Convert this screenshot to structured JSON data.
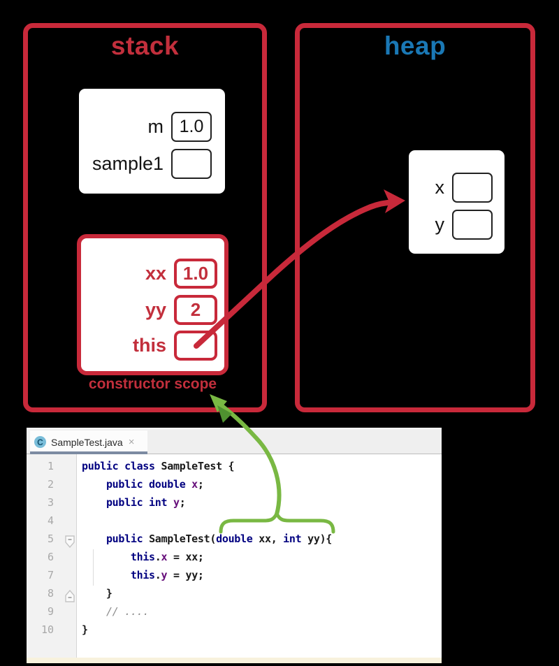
{
  "colors": {
    "background": "#000000",
    "box_red": "#C8293A",
    "stack_title_red": "#C22F3C",
    "heap_title_blue": "#1A78B5",
    "arrow_red": "#C8293A",
    "arrow_green": "#79B843",
    "keyword_navy": "#000080",
    "field_purple": "#660E7A",
    "comment_gray": "#8C8C8C",
    "tab_underline": "#7C8BA2"
  },
  "diagram": {
    "stack": {
      "title": "stack",
      "main_frame": {
        "vars": [
          {
            "name": "m",
            "value": "1.0"
          },
          {
            "name": "sample1",
            "value": ""
          }
        ]
      },
      "constructor_frame": {
        "vars": [
          {
            "name": "xx",
            "value": "1.0"
          },
          {
            "name": "yy",
            "value": "2"
          },
          {
            "name": "this",
            "value": ""
          }
        ],
        "caption": "constructor scope"
      }
    },
    "heap": {
      "title": "heap",
      "object": {
        "vars": [
          {
            "name": "x",
            "value": ""
          },
          {
            "name": "y",
            "value": ""
          }
        ]
      }
    }
  },
  "editor": {
    "tab": {
      "icon_letter": "C",
      "title": "SampleTest.java",
      "close_glyph": "×"
    },
    "code_lines": [
      {
        "num": "1",
        "tokens": [
          {
            "type": "kw",
            "text": "public class "
          },
          {
            "type": "plain",
            "text": "SampleTest {"
          }
        ]
      },
      {
        "num": "2",
        "tokens": [
          {
            "type": "plain",
            "text": "    "
          },
          {
            "type": "kw",
            "text": "public double "
          },
          {
            "type": "field",
            "text": "x"
          },
          {
            "type": "plain",
            "text": ";"
          }
        ]
      },
      {
        "num": "3",
        "tokens": [
          {
            "type": "plain",
            "text": "    "
          },
          {
            "type": "kw",
            "text": "public int "
          },
          {
            "type": "field",
            "text": "y"
          },
          {
            "type": "plain",
            "text": ";"
          }
        ]
      },
      {
        "num": "4",
        "tokens": []
      },
      {
        "num": "5",
        "tokens": [
          {
            "type": "plain",
            "text": "    "
          },
          {
            "type": "kw",
            "text": "public "
          },
          {
            "type": "plain",
            "text": "SampleTest("
          },
          {
            "type": "kw",
            "text": "double "
          },
          {
            "type": "plain",
            "text": "xx, "
          },
          {
            "type": "kw",
            "text": "int "
          },
          {
            "type": "plain",
            "text": "yy){"
          }
        ]
      },
      {
        "num": "6",
        "tokens": [
          {
            "type": "plain",
            "text": "        "
          },
          {
            "type": "kw",
            "text": "this"
          },
          {
            "type": "plain",
            "text": "."
          },
          {
            "type": "field",
            "text": "x"
          },
          {
            "type": "plain",
            "text": " = xx;"
          }
        ]
      },
      {
        "num": "7",
        "tokens": [
          {
            "type": "plain",
            "text": "        "
          },
          {
            "type": "kw",
            "text": "this"
          },
          {
            "type": "plain",
            "text": "."
          },
          {
            "type": "field",
            "text": "y"
          },
          {
            "type": "plain",
            "text": " = yy;"
          }
        ]
      },
      {
        "num": "8",
        "tokens": [
          {
            "type": "plain",
            "text": "    }"
          }
        ]
      },
      {
        "num": "9",
        "tokens": [
          {
            "type": "plain",
            "text": "    "
          },
          {
            "type": "comment",
            "text": "// ...."
          }
        ]
      },
      {
        "num": "10",
        "tokens": [
          {
            "type": "plain",
            "text": "}"
          }
        ]
      }
    ]
  }
}
